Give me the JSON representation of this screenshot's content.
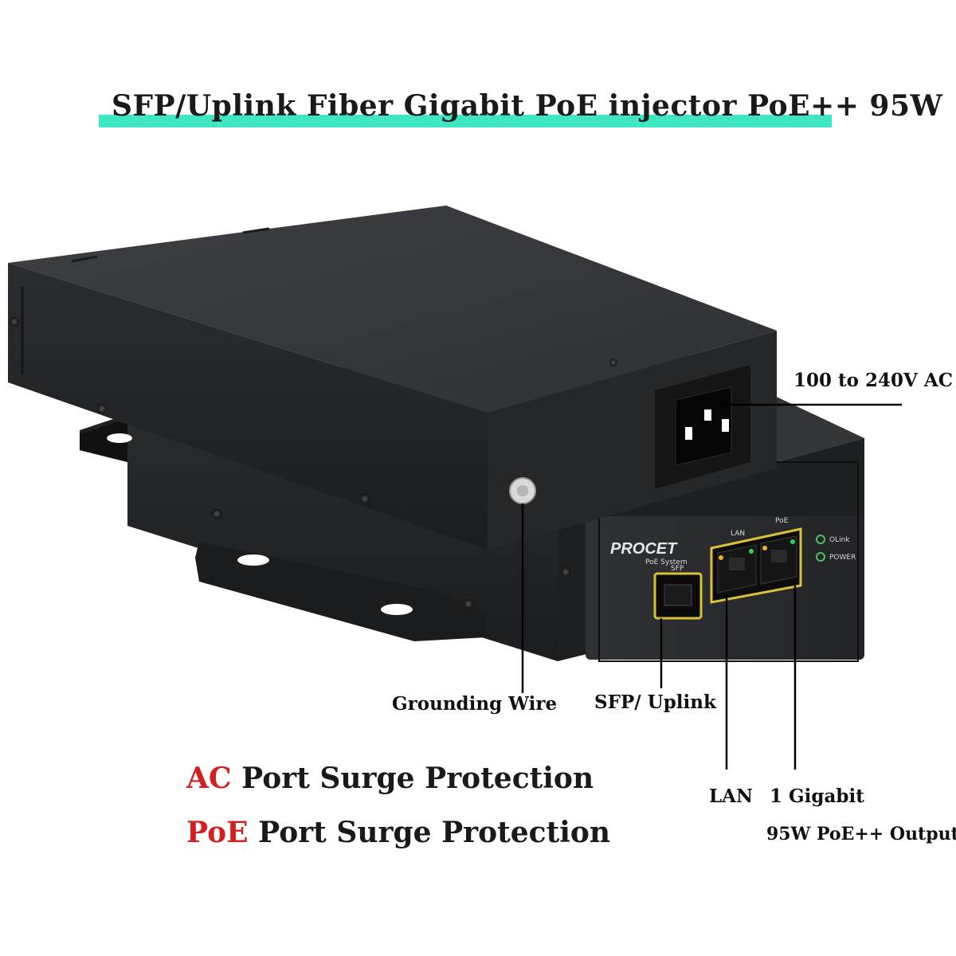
{
  "title": "SFP/Uplink Fiber Gigabit PoE injector PoE++ 95W",
  "colors": {
    "title_highlight": "#3fe6c2",
    "accent_red": "#d31f1f",
    "device_body": "#2b2d30",
    "port_frame": "#d8c338",
    "led_green": "#2fd35a",
    "led_amber": "#f2b21a"
  },
  "callouts": {
    "ac_input": "100 to 240V AC",
    "grounding": "Grounding Wire",
    "sfp_uplink": "SFP/ Uplink",
    "lan": "LAN",
    "gigabit": "1 Gigabit",
    "poe_output": "95W PoE++ Output"
  },
  "surge_protection": [
    {
      "accent": "AC",
      "text": " Port Surge Protection"
    },
    {
      "accent": "PoE",
      "text": " Port Surge Protection"
    }
  ],
  "device": {
    "brand": "PROCET",
    "brand_sub": "PoE System",
    "port_labels": {
      "sfp": "SFP",
      "lan": "LAN",
      "poe": "PoE"
    },
    "led_labels": [
      "OLink",
      "POWER"
    ]
  }
}
